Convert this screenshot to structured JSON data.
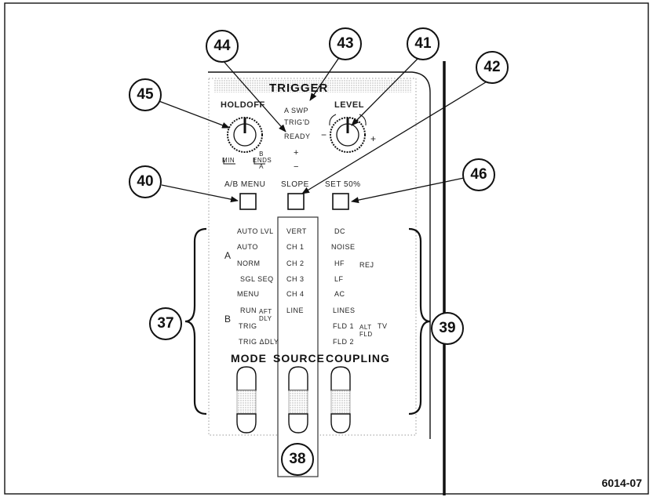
{
  "panel": {
    "trigger_title": "TRIGGER",
    "holdoff_label": "HOLDOFF",
    "holdoff_min": "MIN",
    "holdoff_b_ends_a": "B ENDS A",
    "level_label": "LEVEL",
    "level_minus": "−",
    "level_plus": "+",
    "status_lines": [
      "A SWP",
      "TRIG'D",
      "READY"
    ],
    "slope_plus": "+",
    "slope_minus": "−",
    "ab_menu_label": "A/B MENU",
    "slope_label": "SLOPE",
    "set50_label": "SET 50%",
    "a_label": "A",
    "b_label": "B",
    "mode_items": [
      "AUTO LVL",
      "AUTO",
      "NORM",
      "SGL SEQ",
      "MENU",
      "RUN",
      "TRIG",
      "TRIG ΔDLY"
    ],
    "mode_aft_dly": "AFT DLY",
    "source_items": [
      "VERT",
      "CH 1",
      "CH 2",
      "CH 3",
      "CH 4",
      "LINE"
    ],
    "coupling_items": [
      "DC",
      "NOISE",
      "HF",
      "LF",
      "AC",
      "LINES",
      "FLD 1",
      "FLD 2"
    ],
    "coupling_rej": "REJ",
    "coupling_alt_fld": "ALT FLD",
    "coupling_tv": "TV",
    "mode_label": "MODE",
    "source_label": "SOURCE",
    "coupling_label": "COUPLING"
  },
  "callouts": {
    "c44": "44",
    "c43": "43",
    "c41": "41",
    "c42": "42",
    "c45": "45",
    "c40": "40",
    "c46": "46",
    "c37": "37",
    "c39": "39",
    "c38": "38"
  },
  "figure_number": "6014-07"
}
